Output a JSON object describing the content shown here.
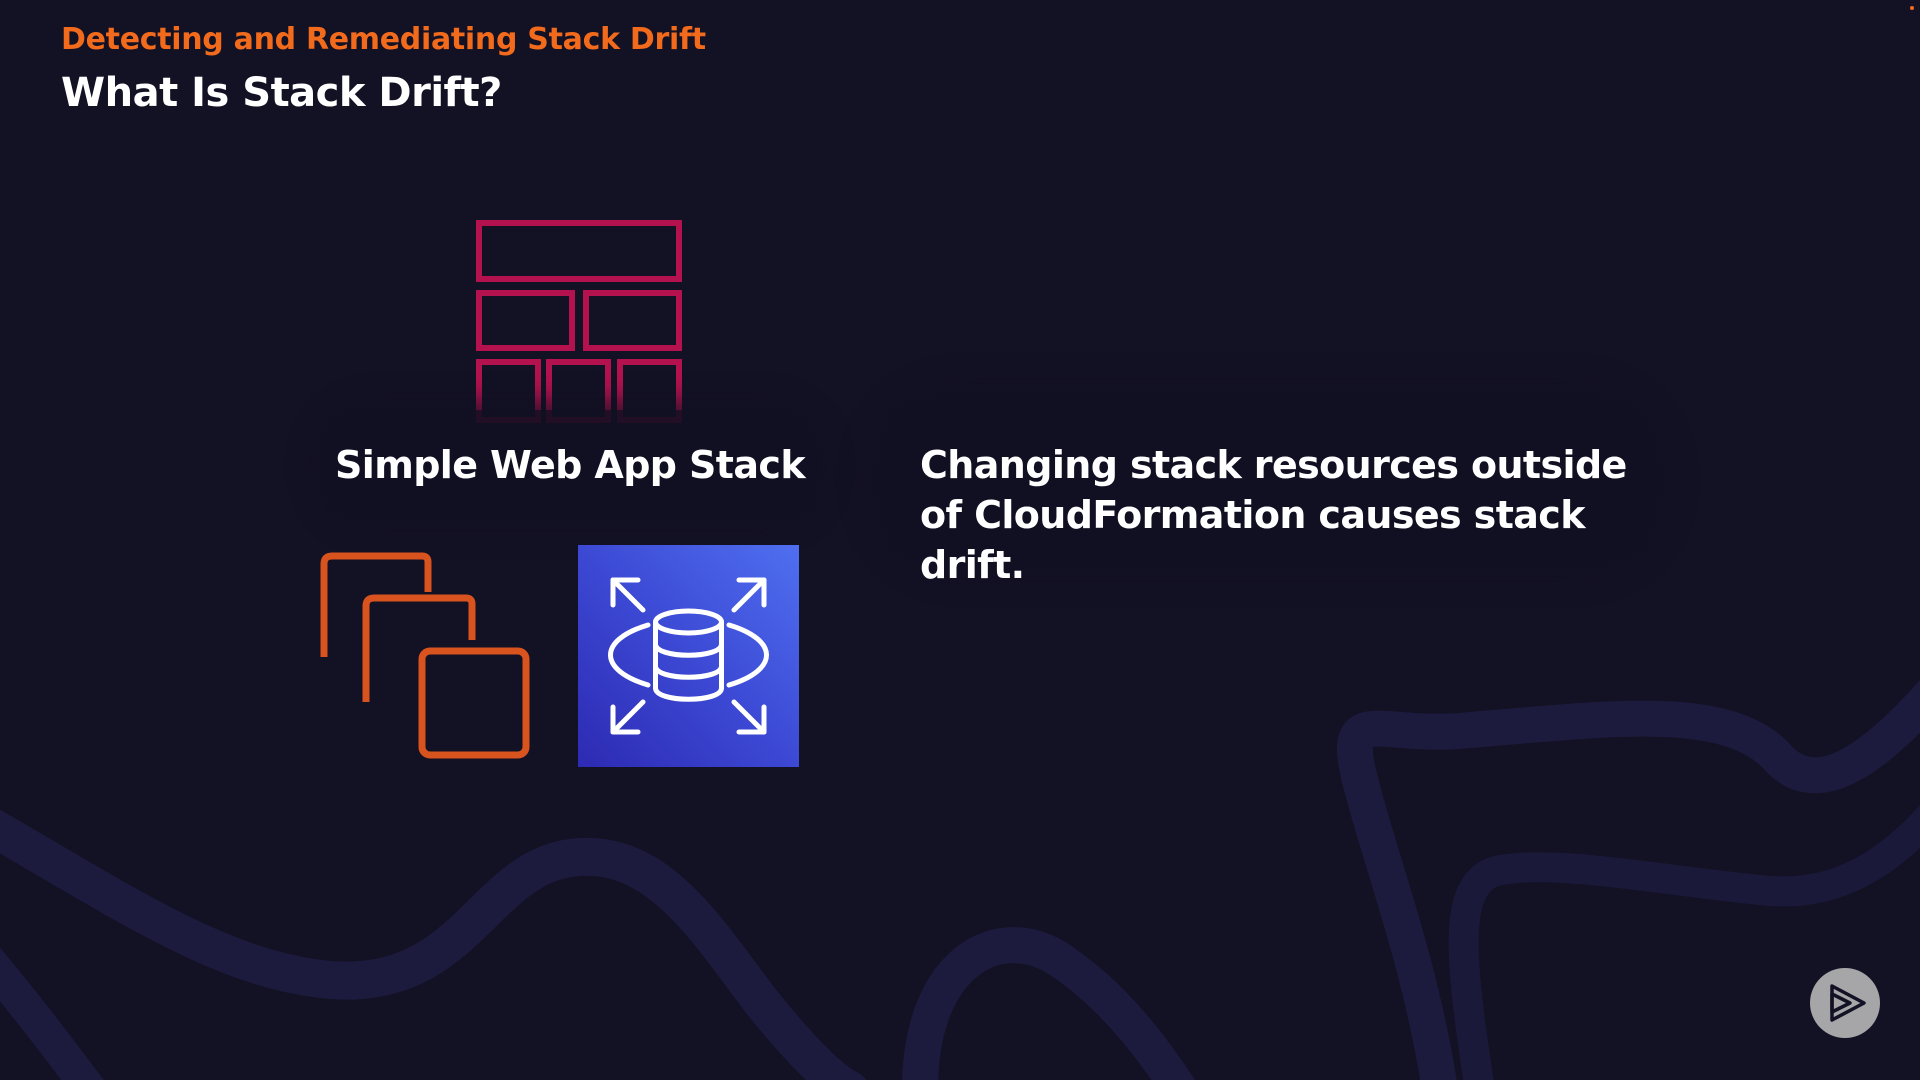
{
  "header": {
    "subtitle": "Detecting and Remediating Stack Drift",
    "title": "What Is Stack Drift?"
  },
  "diagram": {
    "stack_label": "Simple Web App Stack",
    "icons": {
      "stack": "cloudformation-stack-icon",
      "compute": "ec2-instances-icon",
      "database": "rds-database-icon"
    },
    "colors": {
      "stack": "#b3124e",
      "compute": "#d9531e",
      "database_tile": "#3c49d4"
    }
  },
  "callout": {
    "text": "Changing stack resources outside of CloudFormation causes stack drift."
  },
  "controls": {
    "play_icon": "play-icon"
  },
  "colors": {
    "background": "#131124",
    "accent": "#f26a1b",
    "title": "#ffffff"
  }
}
